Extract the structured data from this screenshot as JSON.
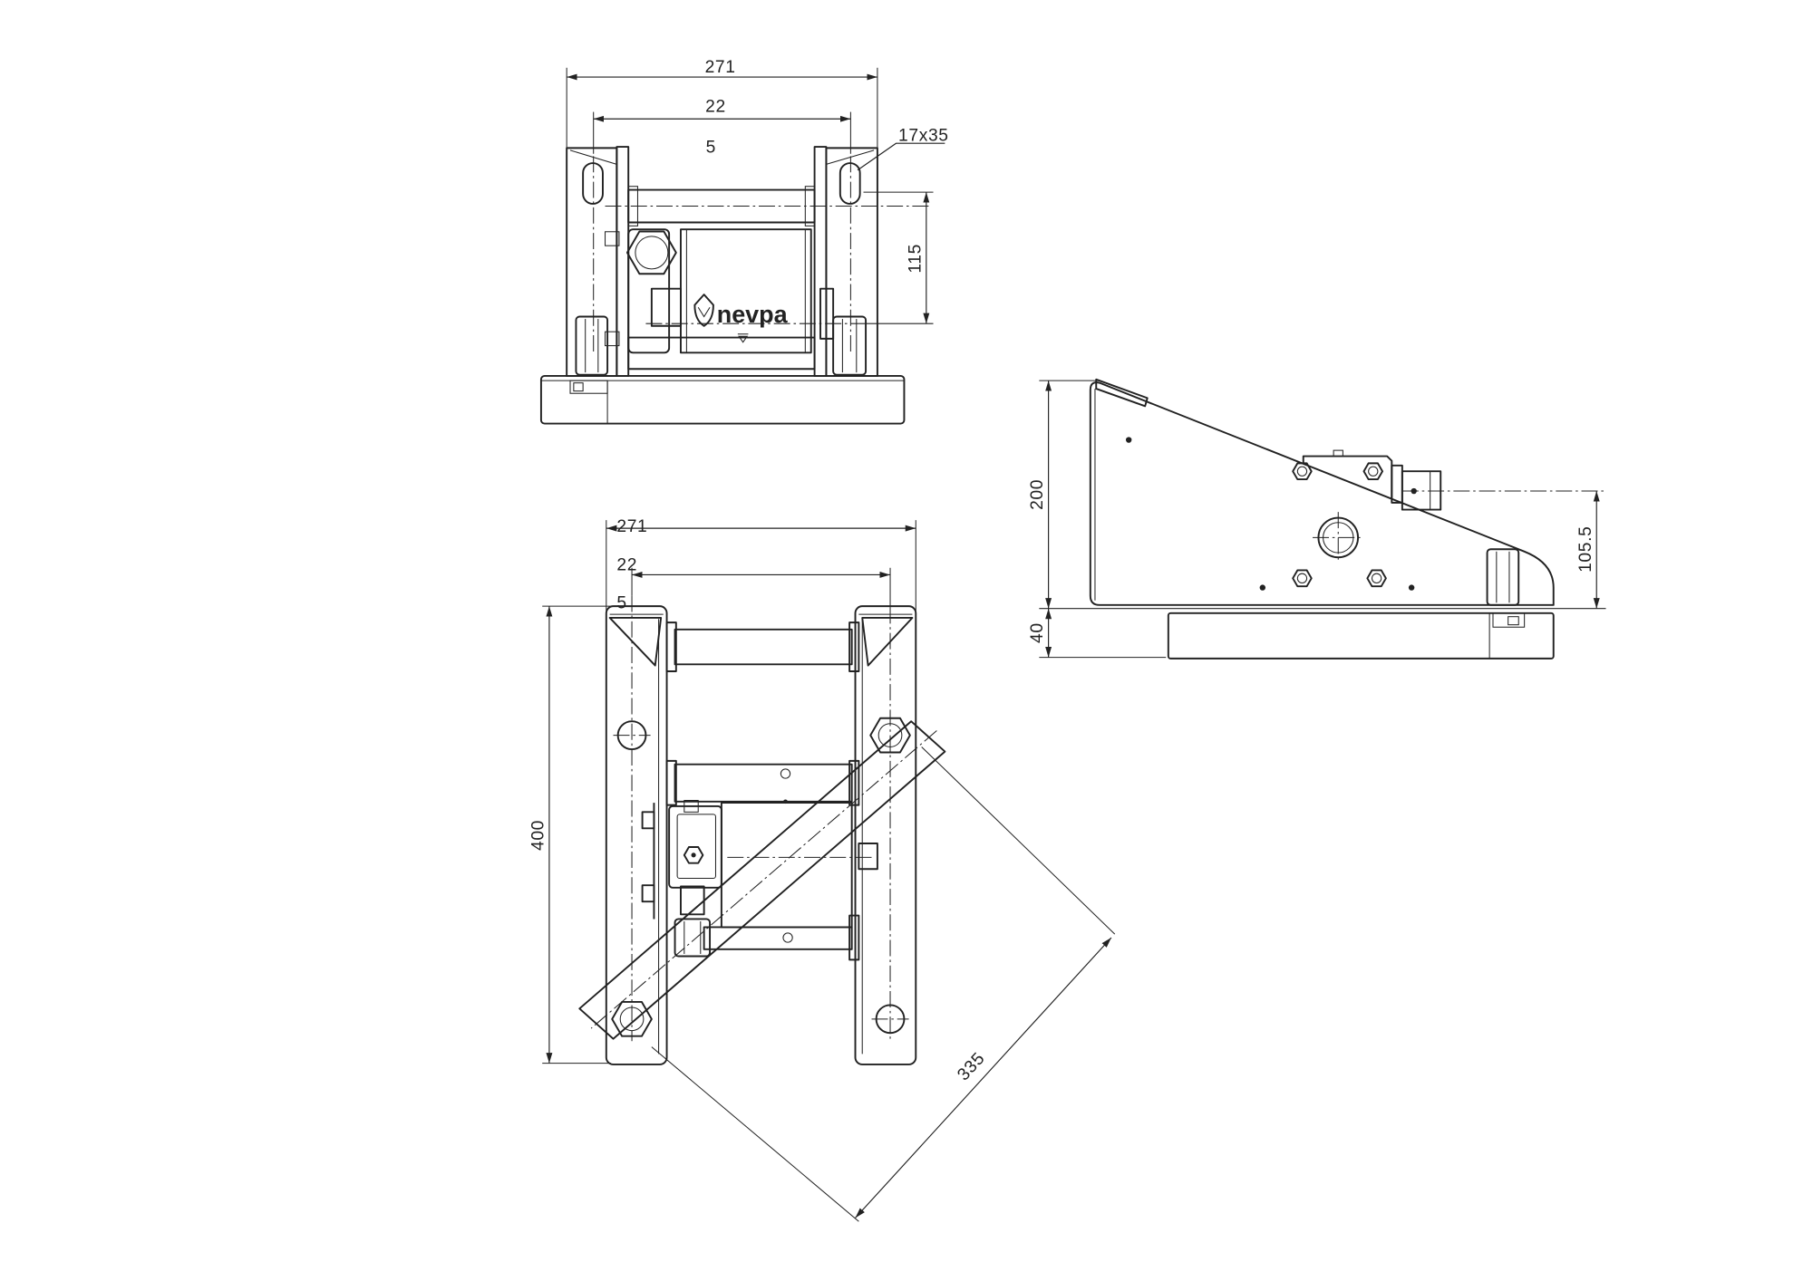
{
  "colors": {
    "line": "#222222",
    "background": "#ffffff"
  },
  "drawing": {
    "front_view": {
      "dim_total_width": "271",
      "dim_inner_width": "22",
      "dim_offset": "5",
      "dim_slot": "17x35",
      "dim_roller_spacing": "115",
      "logo_text": "nevpa"
    },
    "plan_view": {
      "dim_total_width": "271",
      "dim_inner_width": "22",
      "dim_offset": "5",
      "dim_length": "400",
      "dim_diagonal": "335"
    },
    "side_view": {
      "dim_height": "200",
      "dim_base_height": "40",
      "dim_axis_height": "105.5"
    },
    "icons": {
      "logo": "nevpa-drop-icon"
    }
  }
}
